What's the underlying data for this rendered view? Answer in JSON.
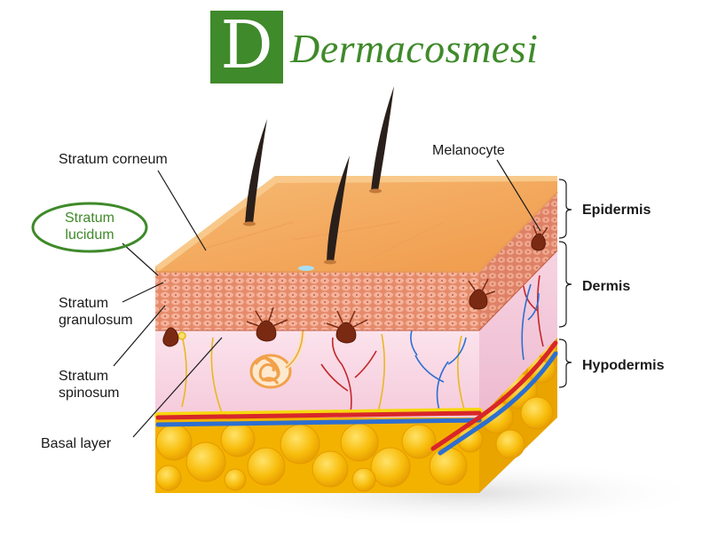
{
  "brand": {
    "letter": "D",
    "name": "Dermacosmesi"
  },
  "labels": {
    "stratum_corneum": "Stratum corneum",
    "stratum_lucidum_line1": "Stratum",
    "stratum_lucidum_line2": "lucidum",
    "stratum_granulosum_line1": "Stratum",
    "stratum_granulosum_line2": "granulosum",
    "stratum_spinosum_line1": "Stratum",
    "stratum_spinosum_line2": "spinosum",
    "basal_layer": "Basal layer",
    "melanocyte": "Melanocyte"
  },
  "regions": {
    "epidermis": "Epidermis",
    "dermis": "Dermis",
    "hypodermis": "Hypodermis"
  },
  "colors": {
    "brand_green": "#3f8a2a",
    "skin_top": "#f5b169",
    "epidermis_cells": "#ec9a78",
    "dermis": "#f8d7e3",
    "fat": "#f6b800",
    "artery": "#d8262a",
    "vein": "#2d6fd1",
    "hair": "#2a1f1a",
    "melanin": "#7a2a12"
  }
}
